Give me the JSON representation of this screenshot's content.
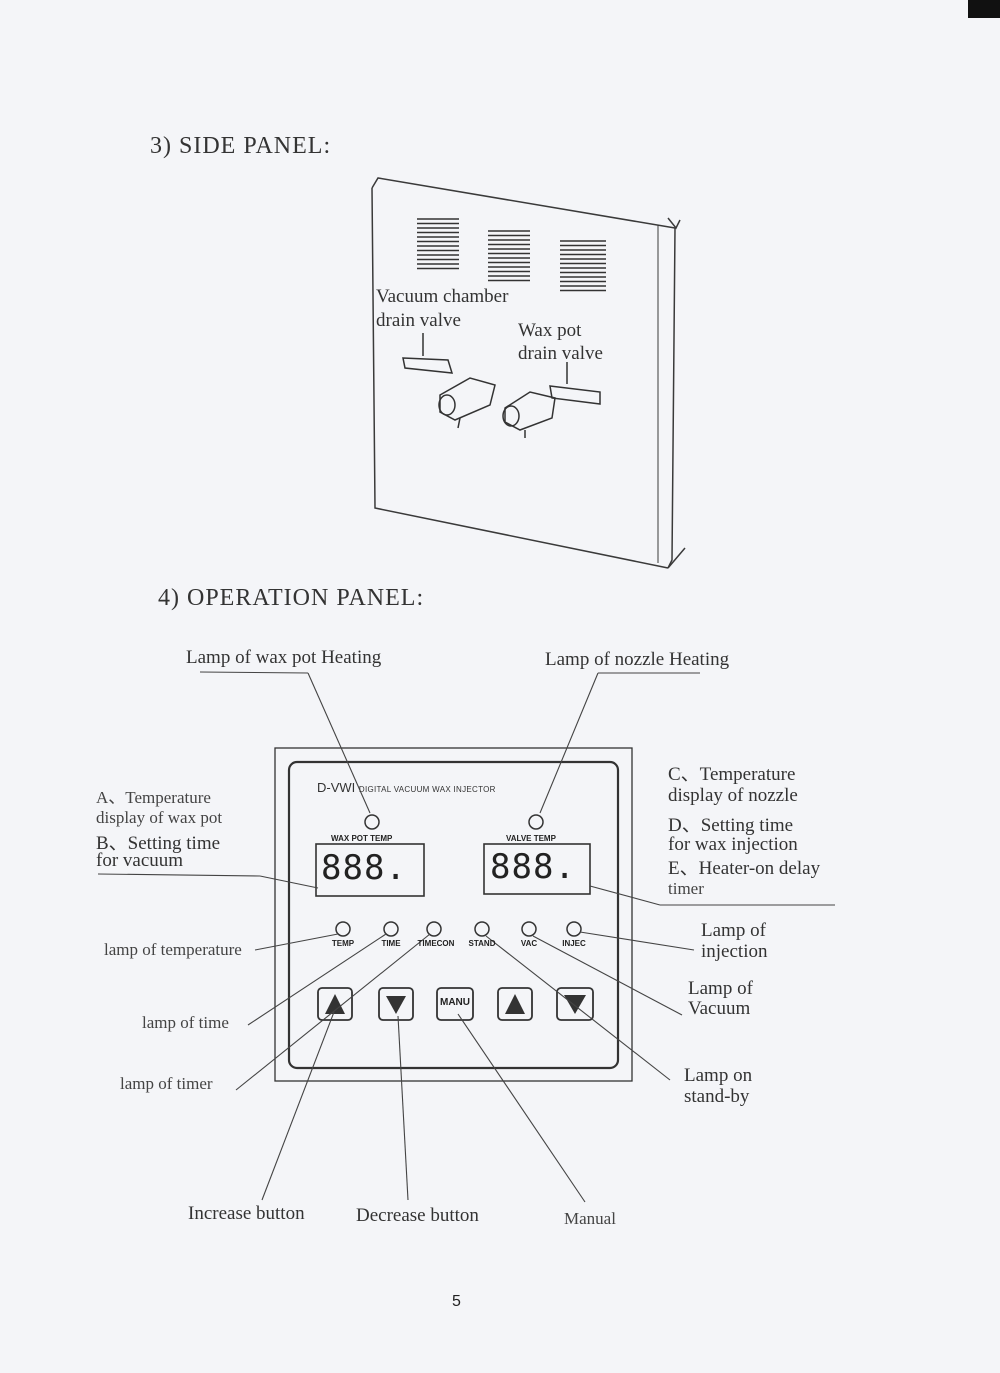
{
  "side_panel": {
    "heading": "3) SIDE PANEL:",
    "vacuum_valve_label": [
      "Vacuum chamber",
      "drain valve"
    ],
    "wax_valve_label": [
      "Wax pot",
      "drain valve"
    ]
  },
  "operation_panel": {
    "heading": "4) OPERATION PANEL:",
    "brand": "D-VWI",
    "brand_sub": "DIGITAL VACUUM WAX INJECTOR",
    "display_left_title": "WAX POT TEMP",
    "display_right_title": "VALVE TEMP",
    "display_left_value": "888.",
    "display_right_value": "888.",
    "lamps": [
      "TEMP",
      "TIME",
      "TIMECON",
      "STAND",
      "VAC",
      "INJEC"
    ],
    "manu_label": "MANU",
    "callouts": {
      "lamp_wax_pot_heating": "Lamp of wax pot Heating",
      "lamp_nozzle_heating": "Lamp of nozzle Heating",
      "a_label": [
        "A、Temperature",
        "display of wax pot"
      ],
      "b_label": [
        "B、Setting time",
        "for vacuum"
      ],
      "c_label": [
        "C、Temperature",
        "display of nozzle"
      ],
      "d_label": [
        "D、Setting time",
        "for wax injection"
      ],
      "e_label": [
        "E、Heater-on delay",
        "timer"
      ],
      "lamp_of_temperature": "lamp of temperature",
      "lamp_of_time": "lamp of time",
      "lamp_of_timer": "lamp of timer",
      "lamp_of_injection": [
        "Lamp of",
        "injection"
      ],
      "lamp_of_vacuum": [
        "Lamp of",
        "Vacuum"
      ],
      "lamp_on_standby": [
        "Lamp on",
        "stand-by"
      ],
      "increase_button": "Increase button",
      "decrease_button": "Decrease button",
      "manual": "Manual"
    }
  },
  "page_number": "5"
}
